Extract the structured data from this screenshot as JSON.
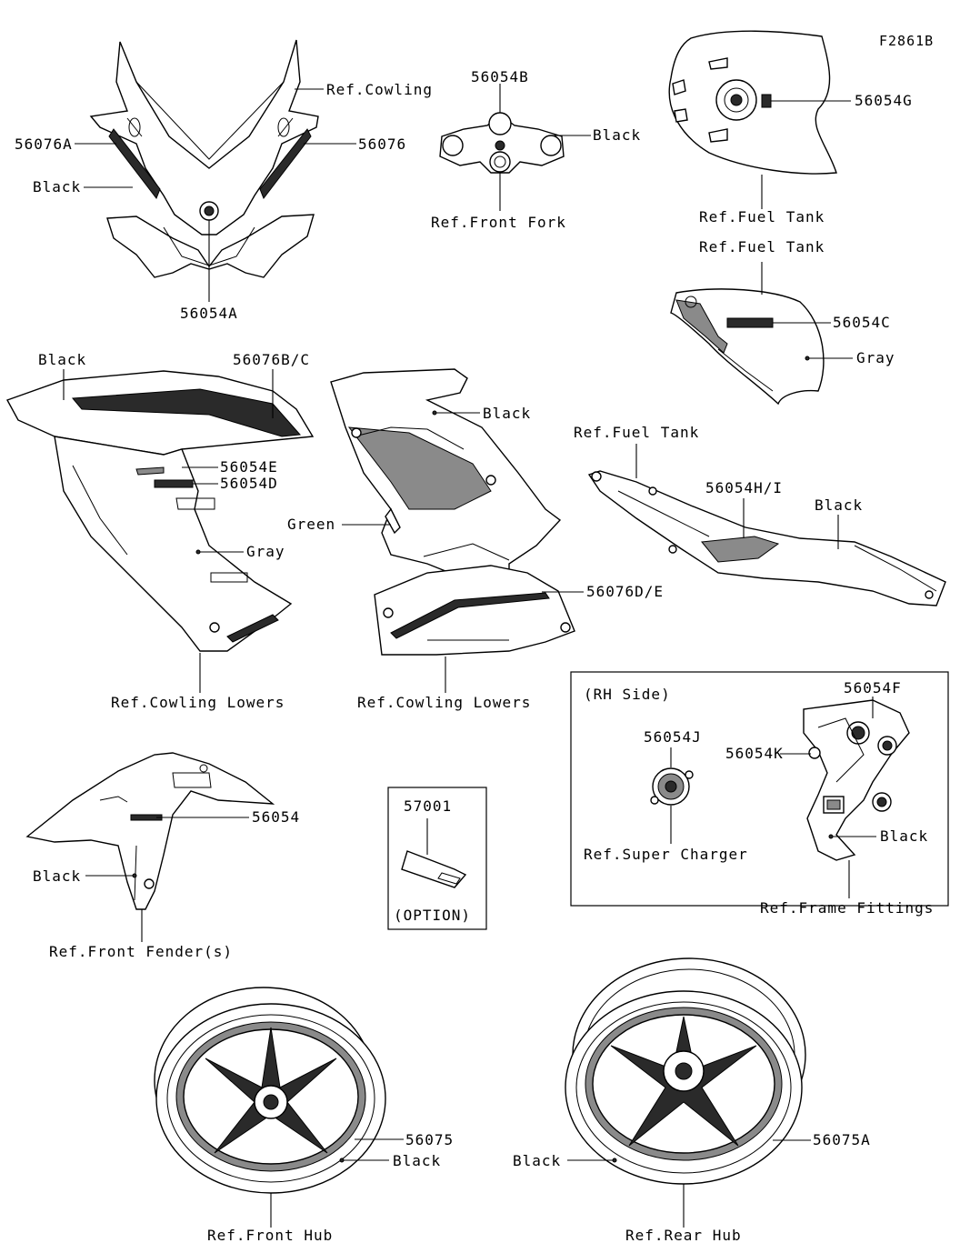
{
  "figure_code": "F2861B",
  "labels": {
    "cowling": {
      "ref_cowling": "Ref.Cowling",
      "part_56076A": "56076A",
      "part_56076": "56076",
      "color_black": "Black",
      "part_56054A": "56054A"
    },
    "front_fork": {
      "part_56054B": "56054B",
      "color_black": "Black",
      "ref_front_fork": "Ref.Front Fork"
    },
    "fuel_tank_top": {
      "part_56054G": "56054G",
      "ref_fuel_tank": "Ref.Fuel Tank"
    },
    "fuel_tank_side": {
      "ref_fuel_tank": "Ref.Fuel Tank",
      "part_56054C": "56054C",
      "color_gray": "Gray"
    },
    "cowling_lower_left": {
      "color_black": "Black",
      "part_56076BC": "56076B/C",
      "part_56054E": "56054E",
      "part_56054D": "56054D",
      "color_gray": "Gray",
      "ref_cowling_lowers": "Ref.Cowling Lowers"
    },
    "cowling_lower_center": {
      "color_black": "Black",
      "color_green": "Green",
      "part_56076DE": "56076D/E",
      "ref_cowling_lowers": "Ref.Cowling Lowers"
    },
    "tank_cover": {
      "ref_fuel_tank": "Ref.Fuel Tank",
      "part_56054HI": "56054H/I",
      "color_black": "Black"
    },
    "rh_side": {
      "title": "(RH Side)",
      "part_56054F": "56054F",
      "part_56054J": "56054J",
      "part_56054K": "56054K",
      "color_black": "Black",
      "ref_super_charger": "Ref.Super Charger",
      "ref_frame_fittings": "Ref.Frame Fittings"
    },
    "front_fender": {
      "part_56054": "56054",
      "color_black": "Black",
      "ref_front_fender": "Ref.Front Fender(s)"
    },
    "option": {
      "part_57001": "57001",
      "option_text": "(OPTION)"
    },
    "front_wheel": {
      "part_56075": "56075",
      "color_black": "Black",
      "ref_front_hub": "Ref.Front Hub"
    },
    "rear_wheel": {
      "part_56075A": "56075A",
      "color_black": "Black",
      "ref_rear_hub": "Ref.Rear Hub"
    }
  }
}
